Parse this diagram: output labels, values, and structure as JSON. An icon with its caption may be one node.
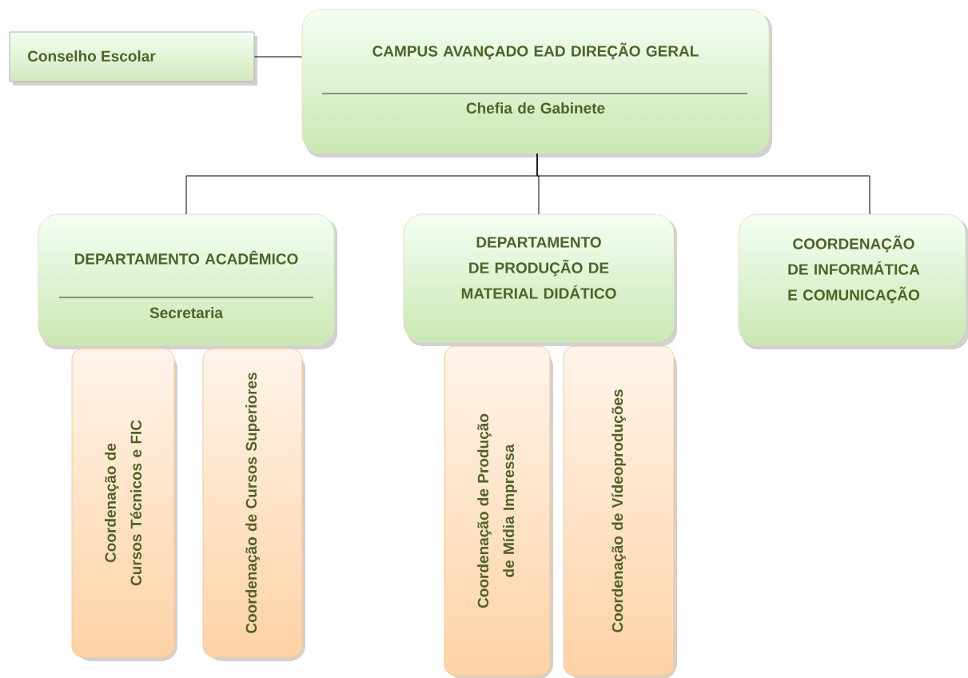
{
  "diagram": {
    "nodes": [
      {
        "text": [
          "Conselho Escolar"
        ]
      },
      {
        "text": [
          "CAMPUS AVANÇADO EAD DIREÇÃO GERAL",
          "Chefia de Gabinete"
        ]
      },
      {
        "text": [
          "DEPARTAMENTO ACADÊMICO",
          "Secretaria"
        ]
      },
      {
        "text": [
          "DEPARTAMENTO DE PRODUÇÃO DE MATERIAL DIDÁTICO"
        ]
      },
      {
        "text": [
          "COORDENAÇÃO DE INFORMÁTICA E COMUNICAÇÃO"
        ]
      },
      {
        "text": [
          "Coordenação de Cursos Técnicos e FIC"
        ]
      },
      {
        "text": [
          "Coordenação de Cursos Superiores"
        ]
      },
      {
        "text": [
          "Coordenação de Produção de Mídia Impressa"
        ]
      },
      {
        "text": [
          "Coordenação de Vídeoproduções"
        ]
      }
    ],
    "edges": [
      {
        "from": 0,
        "to": 1,
        "arrow": "none"
      },
      {
        "from": 1,
        "to": 2,
        "arrow": "none"
      },
      {
        "from": 1,
        "to": 3,
        "arrow": "none"
      },
      {
        "from": 1,
        "to": 4,
        "arrow": "none"
      }
    ]
  }
}
